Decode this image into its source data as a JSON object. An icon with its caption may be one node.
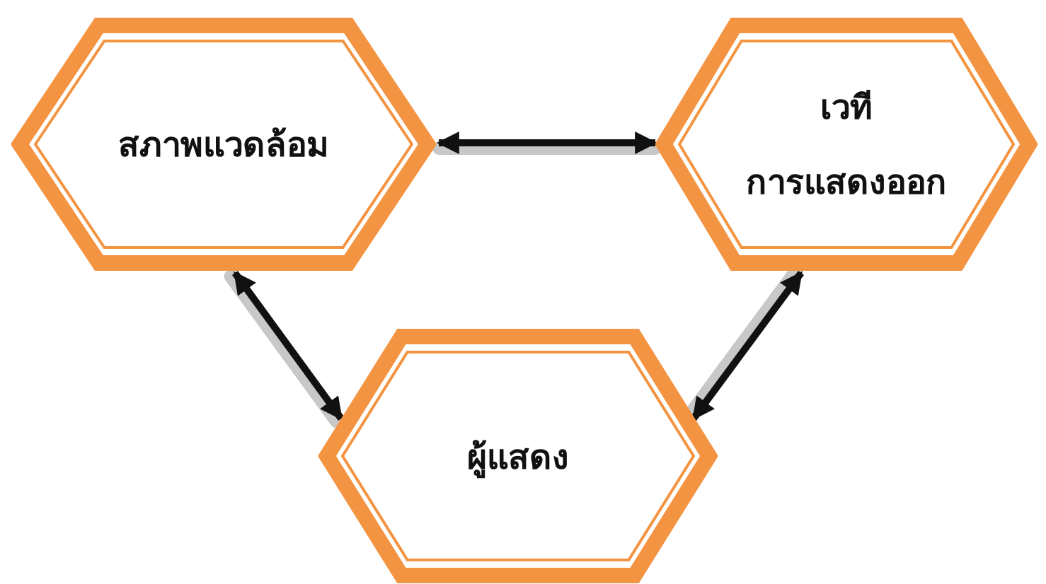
{
  "diagram": {
    "nodes": [
      {
        "text": [
          "สภาพแวดล้อม"
        ]
      },
      {
        "text": [
          "เวที",
          "การแสดงออก"
        ]
      },
      {
        "text": [
          "ผู้แสดง"
        ]
      }
    ],
    "edges": [
      {
        "from": 0,
        "to": 1,
        "arrow": "both"
      },
      {
        "from": 0,
        "to": 2,
        "arrow": "both"
      },
      {
        "from": 1,
        "to": 2,
        "arrow": "both"
      }
    ]
  }
}
